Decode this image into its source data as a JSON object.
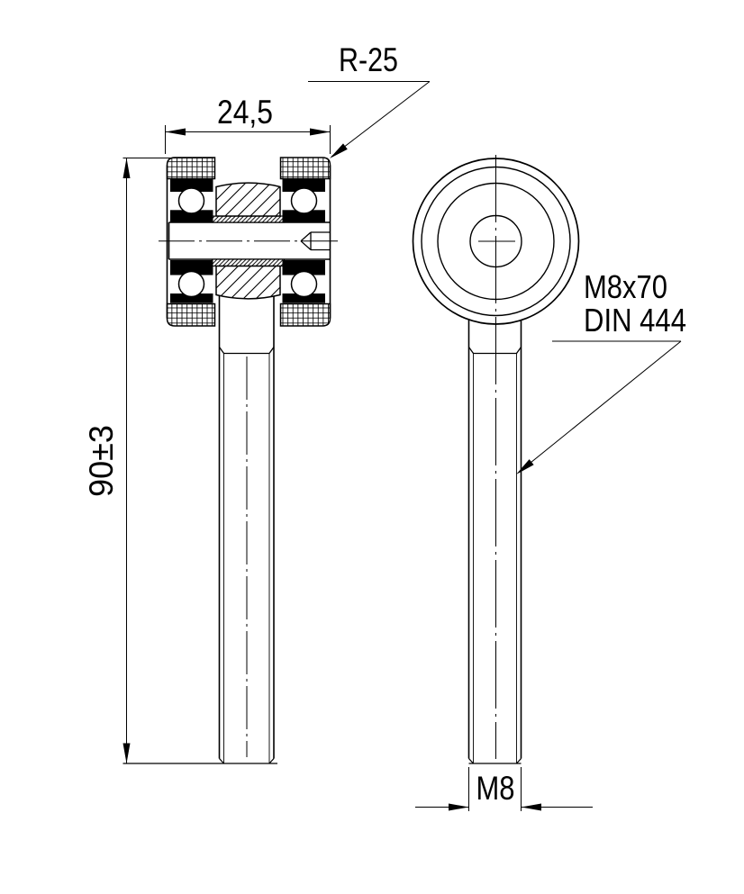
{
  "annotations": {
    "radius_label": "R-25",
    "width_label": "24,5",
    "length_label": "90±3",
    "thread_spec_line1": "M8x70",
    "thread_spec_line2": "DIN 444",
    "thread_label": "M8"
  },
  "colors": {
    "line": "#000000",
    "background": "#ffffff",
    "solid_fill": "#000000"
  }
}
